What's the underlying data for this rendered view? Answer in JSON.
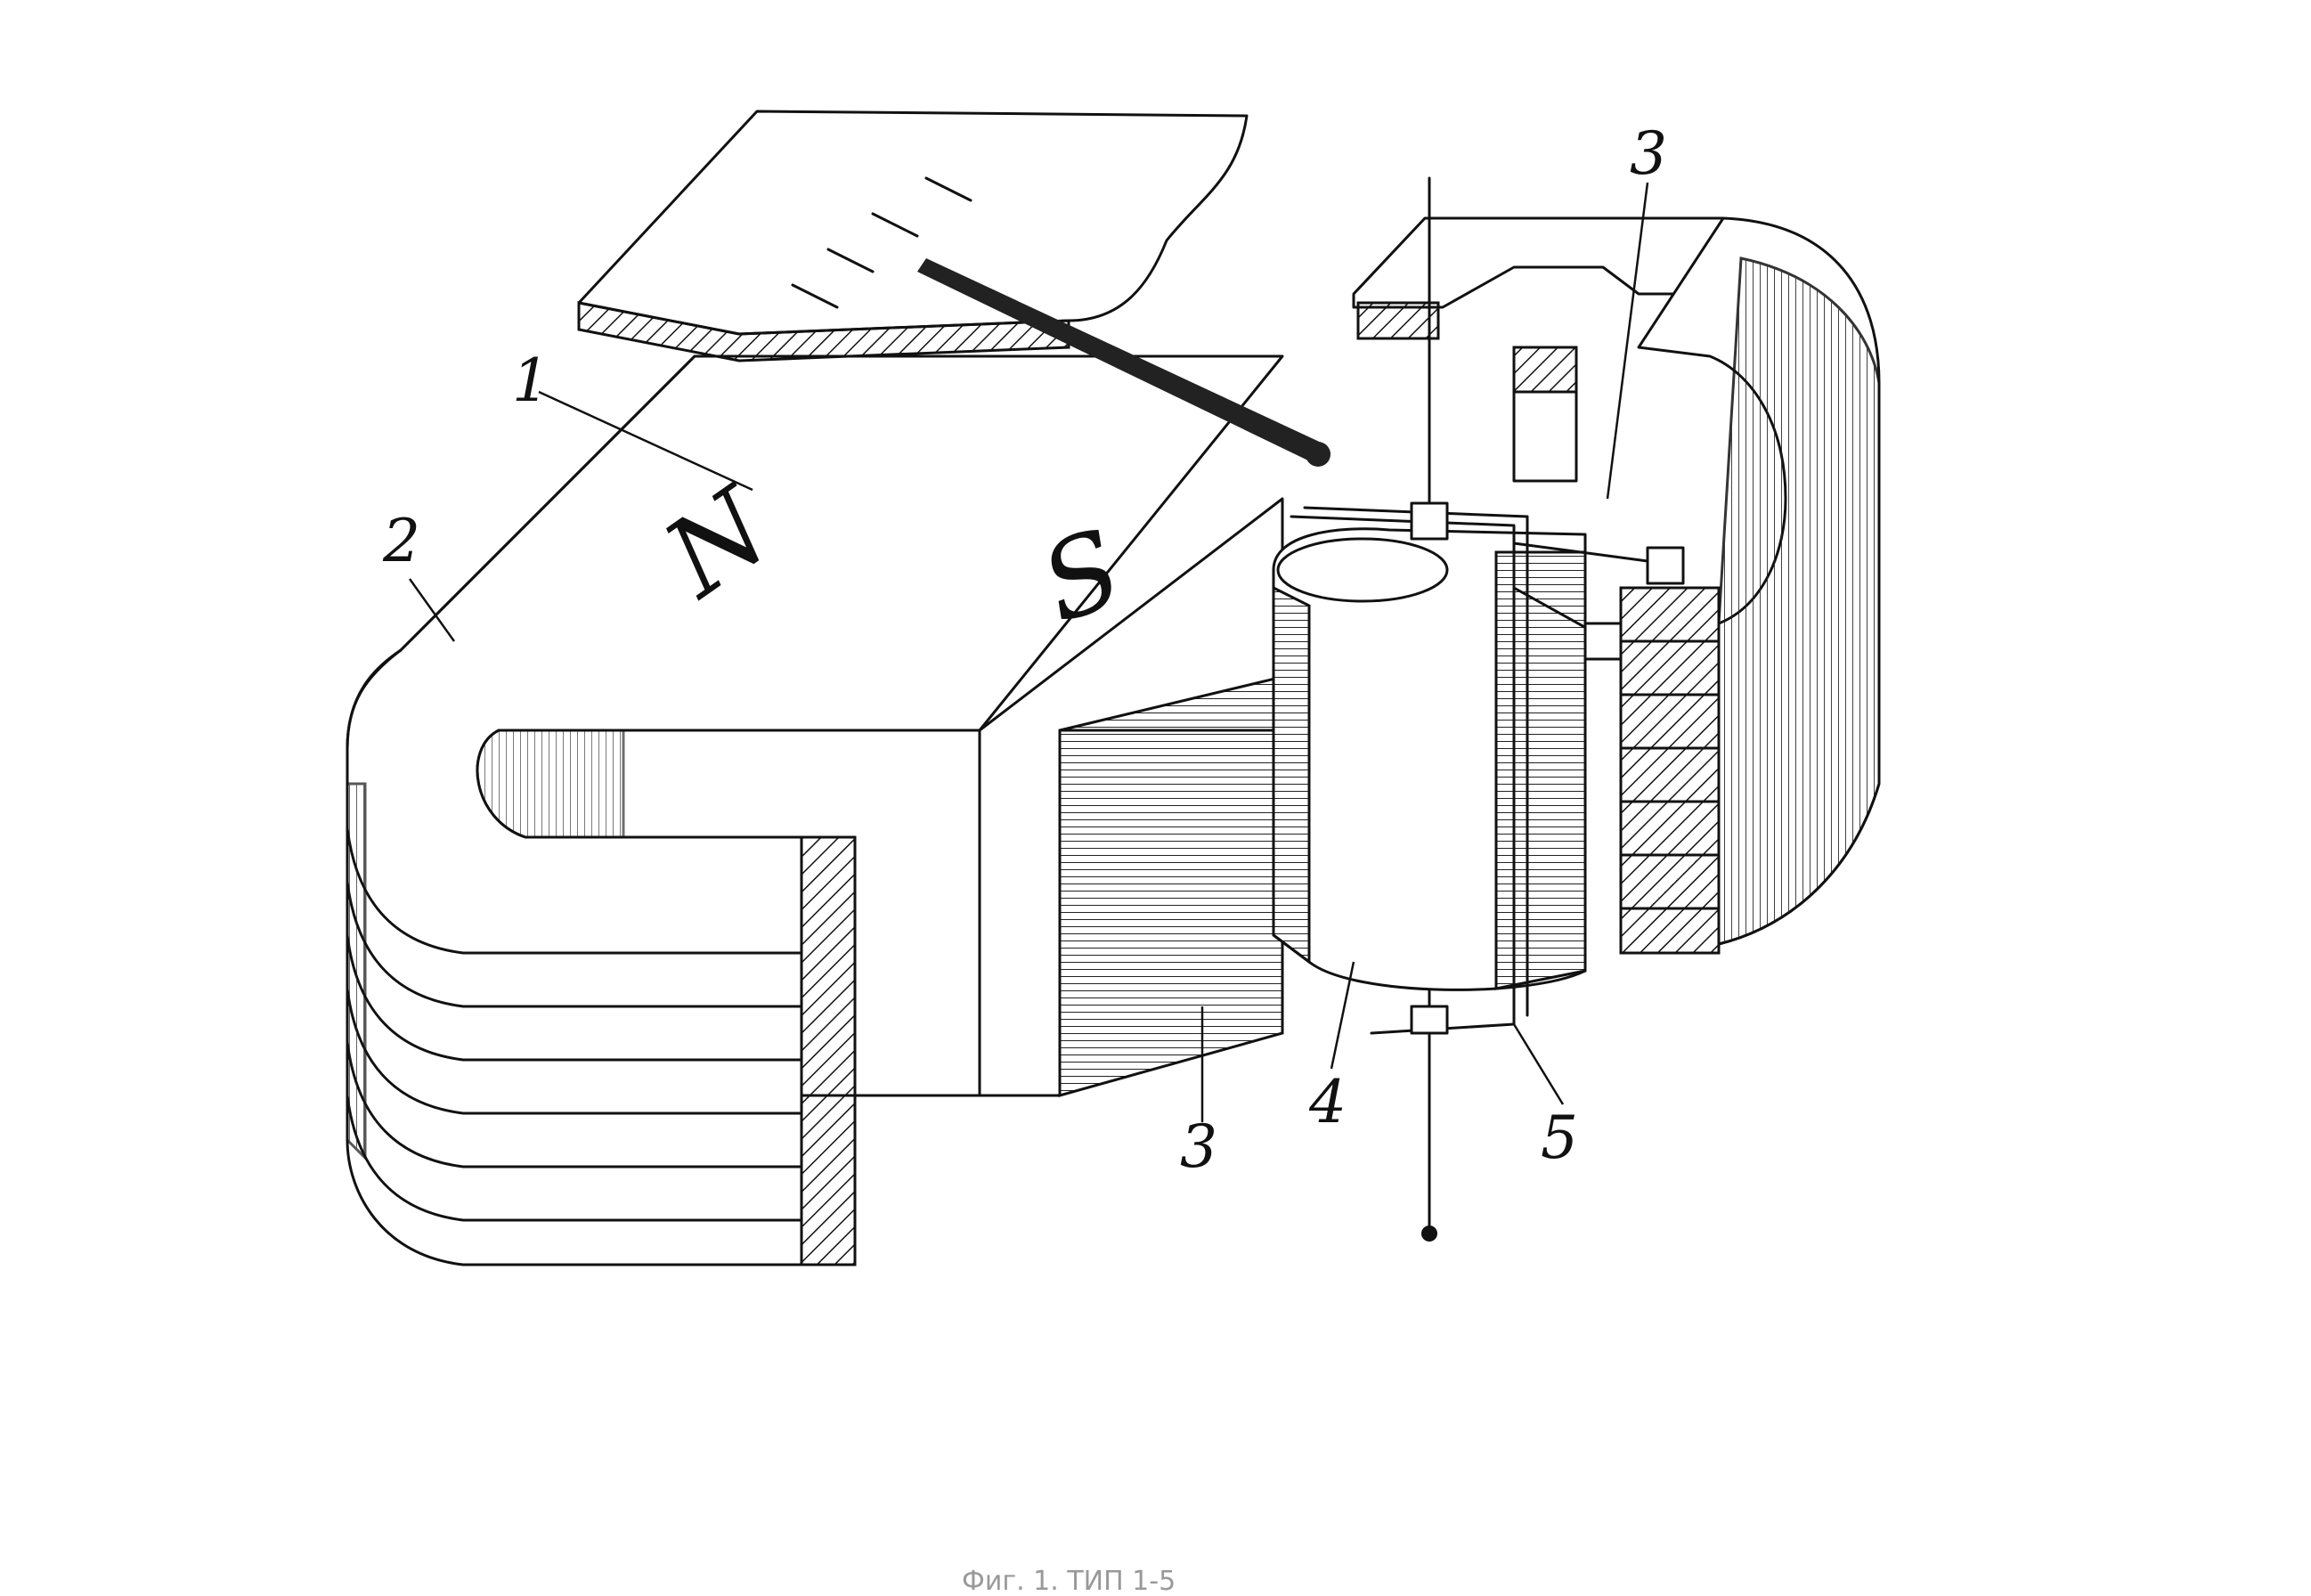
{
  "figure": {
    "labels": {
      "magnet_core": "1",
      "magnet_body": "2",
      "pole_piece_front": "3",
      "pole_piece_back": "3",
      "moving_coil": "4",
      "coil_frame": "5"
    },
    "poles": {
      "north": "N",
      "south": "S"
    },
    "caption": "Фиг. 1. ТИП 1-5"
  }
}
